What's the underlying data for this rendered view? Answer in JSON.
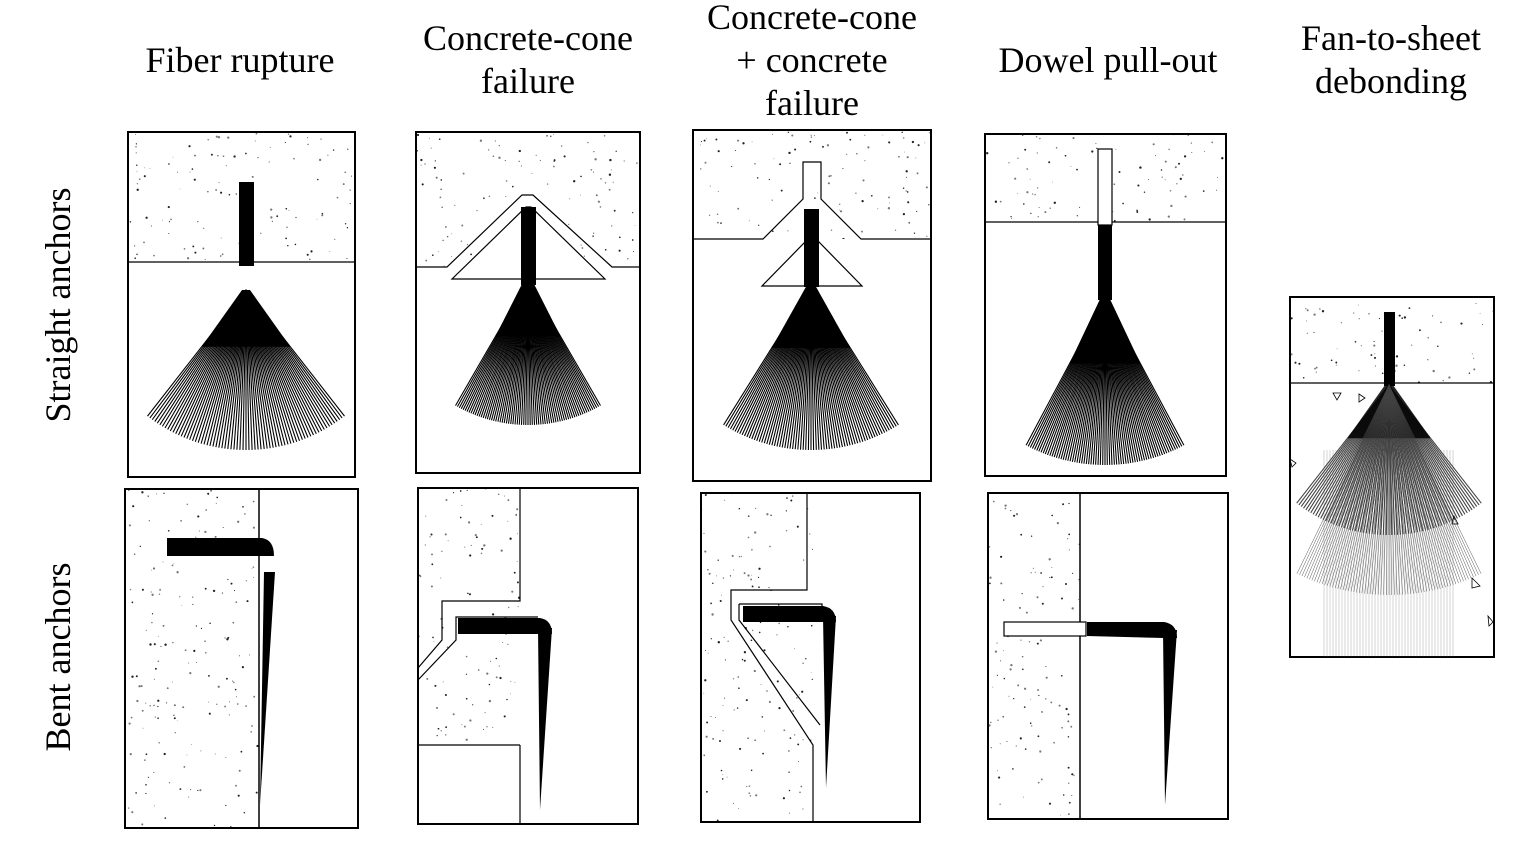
{
  "columns": {
    "fiber_rupture": "Fiber rupture",
    "cone_failure": "Concrete-cone\nfailure",
    "cone_concrete_failure": "Concrete-cone\n+ concrete\nfailure",
    "dowel_pullout": "Dowel pull-out",
    "fan_debonding": "Fan-to-sheet\ndebonding"
  },
  "rows": {
    "straight": "Straight anchors",
    "bent": "Bent anchors"
  }
}
